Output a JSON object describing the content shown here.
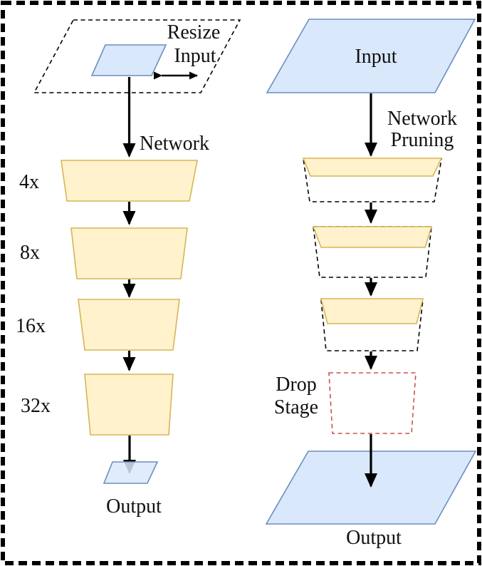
{
  "colors": {
    "background": "#FFFFFF",
    "stage_fill": "#FFF2CC",
    "stage_stroke": "#D6B656",
    "io_fill": "#DAE8FC",
    "io_stroke": "#6C8EBF",
    "drop_stroke": "#C9524E",
    "line": "#000000",
    "text": "#111111"
  },
  "left_pipeline": {
    "resize_label_line1": "Resize",
    "resize_label_line2": "Input",
    "network_label": "Network",
    "stages": [
      {
        "scale": "4x"
      },
      {
        "scale": "8x"
      },
      {
        "scale": "16x"
      },
      {
        "scale": "32x"
      }
    ],
    "output_label": "Output"
  },
  "right_pipeline": {
    "input_label": "Input",
    "pruning_label_line1": "Network",
    "pruning_label_line2": "Pruning",
    "drop_stage_label_line1": "Drop",
    "drop_stage_label_line2": "Stage",
    "output_label": "Output"
  }
}
